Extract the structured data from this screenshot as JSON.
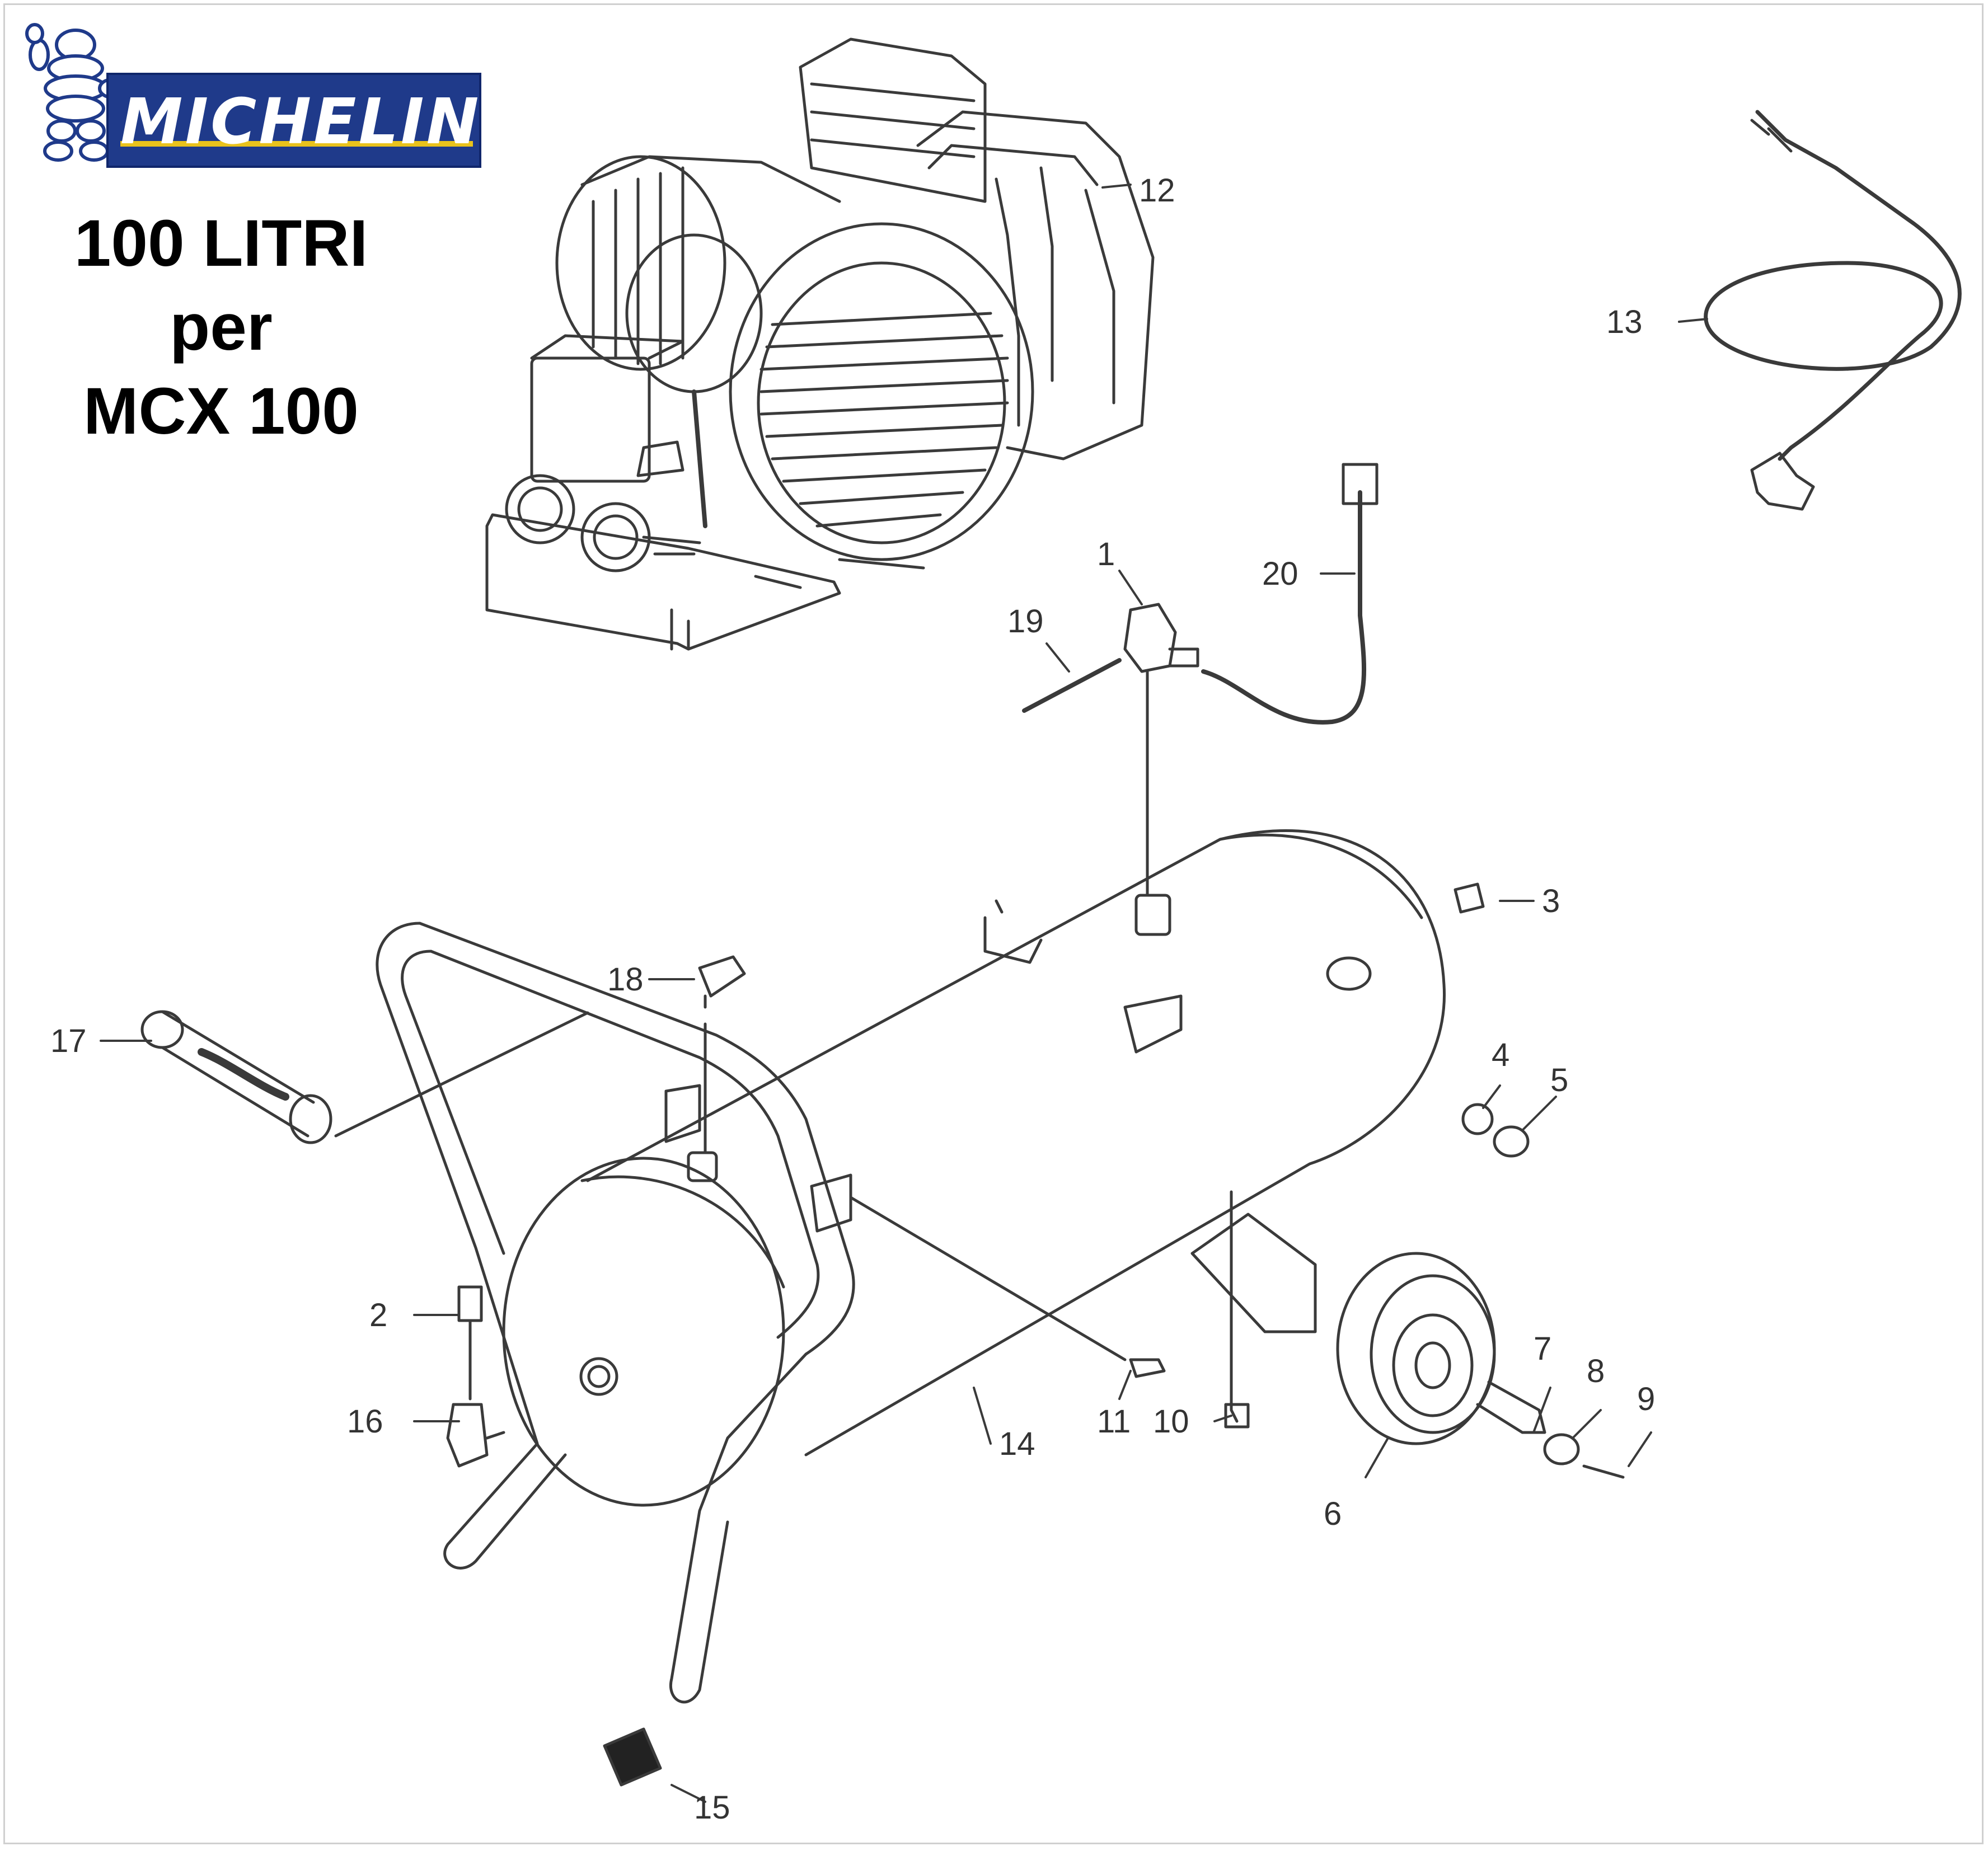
{
  "brand": {
    "logo_text": "MICHELIN",
    "colors": {
      "logo_blue": "#1f3a8a",
      "logo_stripe": "#e9c21c"
    }
  },
  "title": {
    "line1": "100 LITRI",
    "line2": "per",
    "line3": "MCX 100"
  },
  "callouts": [
    "1",
    "2",
    "3",
    "4",
    "5",
    "6",
    "7",
    "8",
    "9",
    "10",
    "11",
    "12",
    "13",
    "14",
    "15",
    "16",
    "17",
    "18",
    "19",
    "20"
  ],
  "icons": [
    "michelin-man-mascot",
    "compressor-pump-drawing",
    "power-cord-drawing",
    "tank-drawing",
    "wheel-drawing",
    "handle-grip-drawing"
  ]
}
